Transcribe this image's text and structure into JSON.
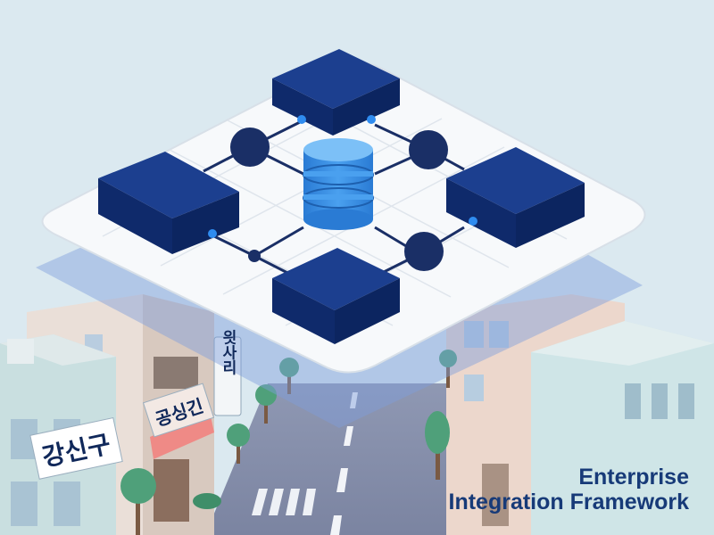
{
  "caption": {
    "line1": "Enterprise",
    "line2": "Integration Framework"
  },
  "signs": {
    "left_building": "강신구",
    "middle_building": "공싱긴",
    "vertical_sign": "읫사리"
  },
  "colors": {
    "sky": "#dbe9f0",
    "platform": "#f7f9fb",
    "server_block": "#0f2f7a",
    "database": "#3b8de0",
    "connector": "#1a2f66",
    "accent_dot": "#2f8cf0",
    "caption_text": "#173a78"
  },
  "icons": {
    "blocks": "server-block-icon",
    "center": "database-icon",
    "nodes": "network-node-icon"
  }
}
